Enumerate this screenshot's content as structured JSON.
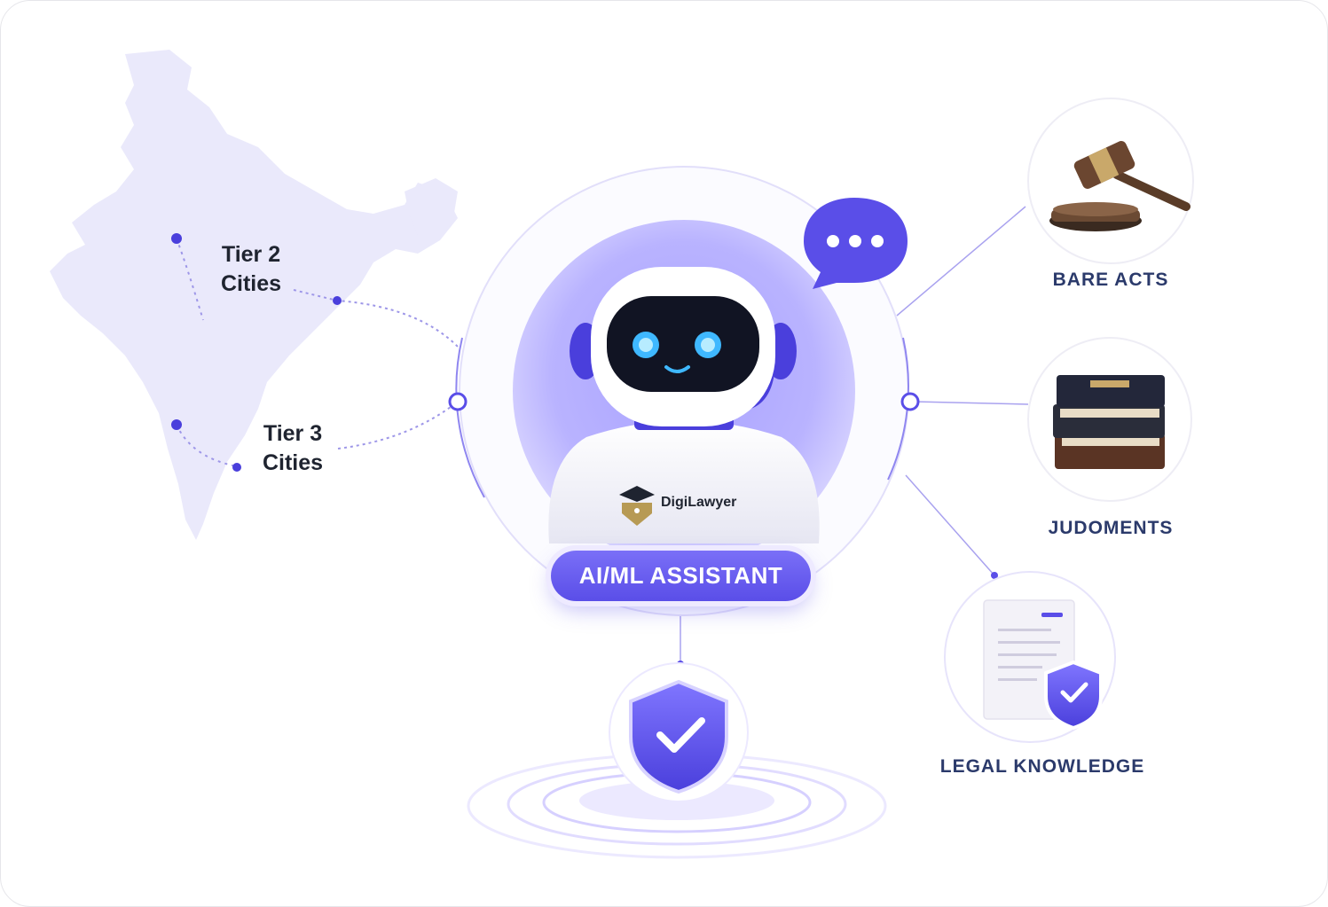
{
  "map_labels": {
    "tier2_line1": "Tier 2",
    "tier2_line2": "Cities",
    "tier3_line1": "Tier 3",
    "tier3_line2": "Cities"
  },
  "center": {
    "assistant_label": "AI/ML ASSISTANT",
    "brand_name": "DigiLawyer"
  },
  "nodes": {
    "bare_acts": "BARE ACTS",
    "judgments": "JUDOMENTS",
    "legal_knowledge": "LEGAL KNOWLEDGE"
  },
  "colors": {
    "accent": "#5a4ee8",
    "map_fill": "#e9e8fb",
    "label_navy": "#2b3a6b"
  }
}
